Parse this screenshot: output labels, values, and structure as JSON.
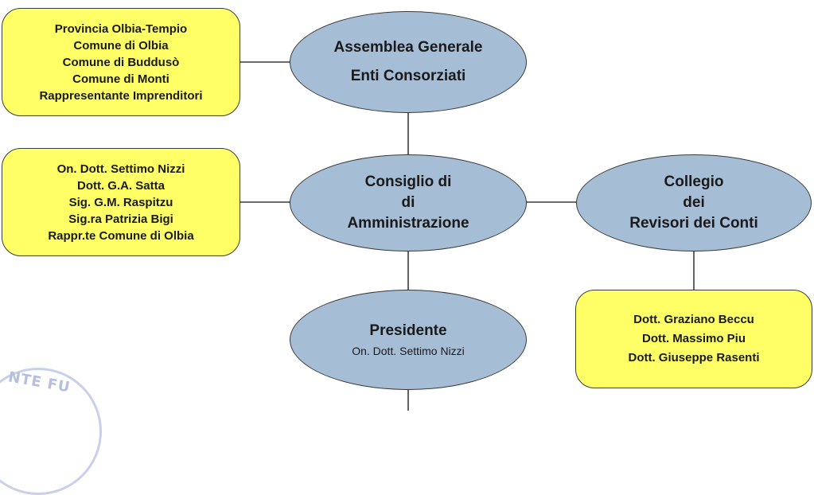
{
  "assemblea": {
    "title_line1": "Assemblea Generale",
    "title_line2": "Enti Consorziati",
    "members": [
      "Provincia Olbia-Tempio",
      "Comune di Olbia",
      "Comune di Buddusò",
      "Comune di Monti",
      "Rappresentante Imprenditori"
    ]
  },
  "consiglio": {
    "title_line1": "Consiglio di",
    "title_line2": "di",
    "title_line3": "Amministrazione",
    "members": [
      "On. Dott. Settimo Nizzi",
      "Dott. G.A. Satta",
      "Sig. G.M. Raspitzu",
      "Sig.ra Patrizia Bigi",
      "Rappr.te Comune di Olbia"
    ]
  },
  "collegio": {
    "title_line1": "Collegio",
    "title_line2": "dei",
    "title_line3": "Revisori dei Conti",
    "members": [
      "Dott. Graziano Beccu",
      "Dott. Massimo Piu",
      "Dott. Giuseppe Rasenti"
    ]
  },
  "presidente": {
    "title": "Presidente",
    "name": "On. Dott. Settimo Nizzi"
  },
  "stamp": {
    "text": "NTE FU"
  },
  "colors": {
    "box_fill": "#ffff66",
    "oval_fill": "#a6bdd6",
    "outline": "#3a3a3a"
  }
}
